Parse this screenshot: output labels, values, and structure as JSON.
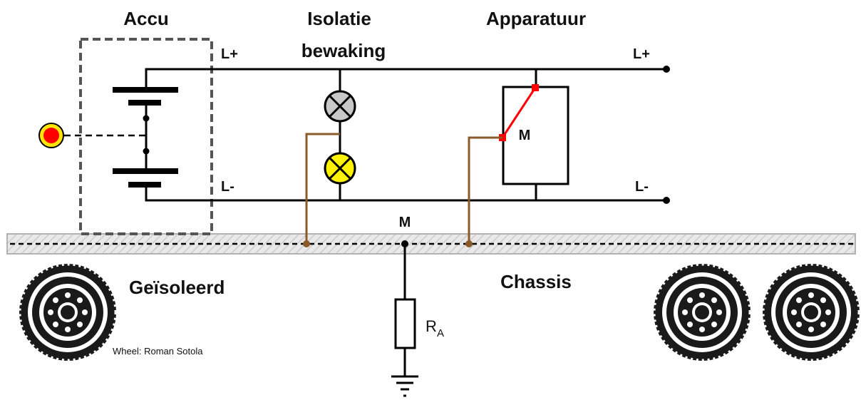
{
  "labels": {
    "accu": "Accu",
    "isolatie_line1": "Isolatie",
    "isolatie_line2": "bewaking",
    "apparatuur": "Apparatuur",
    "l_plus_left": "L+",
    "l_minus_left": "L-",
    "l_plus_right": "L+",
    "l_minus_right": "L-",
    "m_device": "M",
    "m_chassis": "M",
    "geisoleerd": "Geïsoleerd",
    "chassis": "Chassis",
    "ra_main": "R",
    "ra_sub": "A",
    "credit": "Wheel: Roman Sotola"
  },
  "colors": {
    "wire": "#000000",
    "brown_wire": "#8B5A2B",
    "lamp_grey": "#C8C8C8",
    "lamp_yellow": "#FFF200",
    "switch_red": "#FF0000",
    "indicator_red": "#FF0000",
    "indicator_ring": "#FFE500",
    "chassis_fill": "#E6E6E6",
    "chassis_border": "#B3B3B3"
  },
  "icons": [
    "battery-icon",
    "lamp-grey-icon",
    "lamp-yellow-icon",
    "switch-icon",
    "resistor-icon",
    "ground-icon",
    "wheel-icon",
    "indicator-icon"
  ]
}
